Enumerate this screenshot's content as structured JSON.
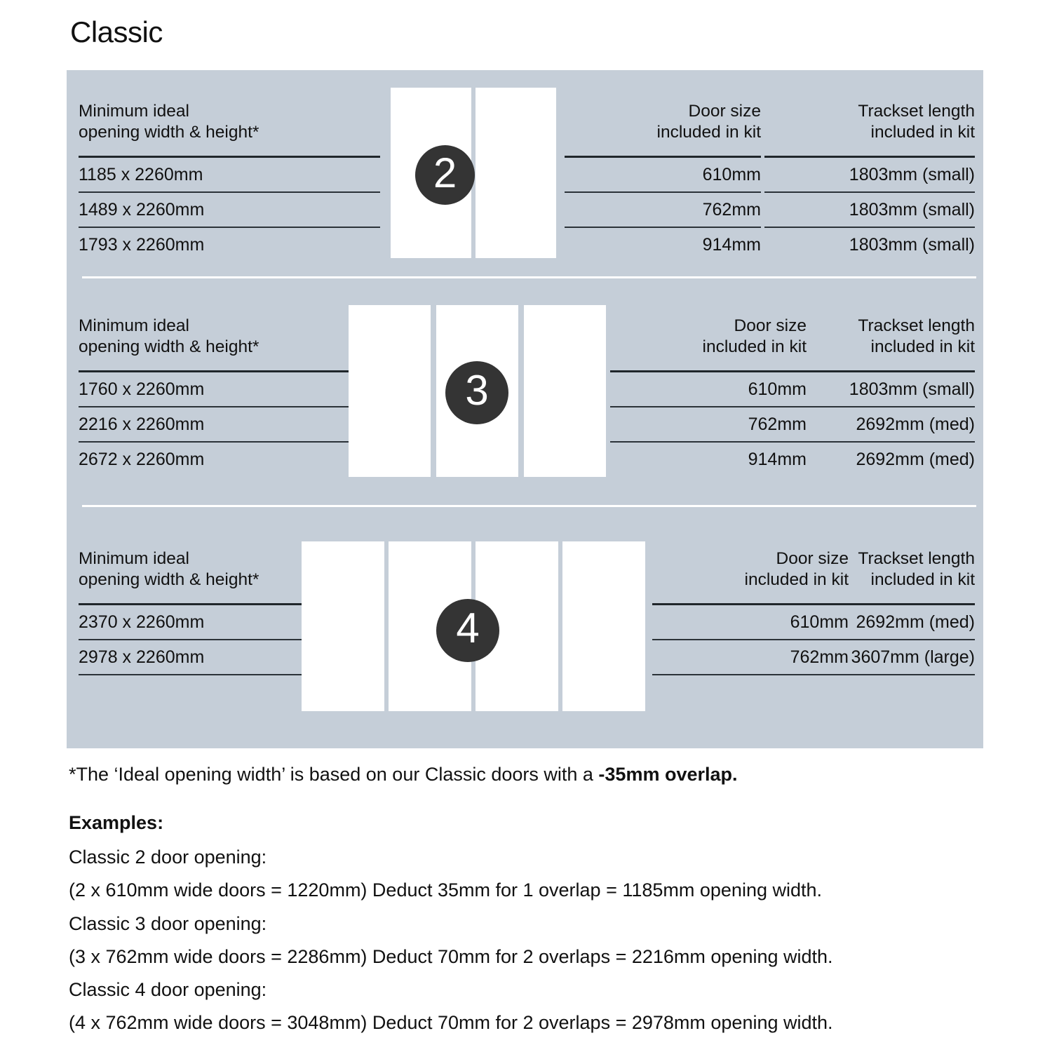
{
  "title": "Classic",
  "colors": {
    "panel_background": "#c5ced8",
    "badge_background": "#343434",
    "door_fill": "#ffffff",
    "rule": "#20262b",
    "text": "#111111"
  },
  "column_headers": {
    "opening": "Minimum ideal\nopening width & height*",
    "door_size": "Door size\nincluded in kit",
    "trackset": "Trackset length\nincluded in kit"
  },
  "sections": [
    {
      "door_count": "2",
      "badge_label": "2",
      "headers": {
        "opening": "Minimum ideal\nopening width & height*",
        "door_size": "Door size\nincluded in kit",
        "trackset": "Trackset length\nincluded in kit"
      },
      "rows": [
        {
          "opening": "1185 x 2260mm",
          "door_size": "610mm",
          "trackset": "1803mm (small)"
        },
        {
          "opening": "1489 x 2260mm",
          "door_size": "762mm",
          "trackset": "1803mm (small)"
        },
        {
          "opening": "1793 x 2260mm",
          "door_size": "914mm",
          "trackset": "1803mm (small)"
        }
      ]
    },
    {
      "door_count": "3",
      "badge_label": "3",
      "headers": {
        "opening": "Minimum ideal\nopening width & height*",
        "door_size": "Door size\nincluded in kit",
        "trackset": "Trackset length\nincluded in kit"
      },
      "rows": [
        {
          "opening": "1760 x 2260mm",
          "door_size": "610mm",
          "trackset": "1803mm (small)"
        },
        {
          "opening": "2216 x 2260mm",
          "door_size": "762mm",
          "trackset": "2692mm (med)"
        },
        {
          "opening": "2672 x 2260mm",
          "door_size": "914mm",
          "trackset": "2692mm (med)"
        }
      ]
    },
    {
      "door_count": "4",
      "badge_label": "4",
      "headers": {
        "opening": "Minimum ideal\nopening width & height*",
        "door_size": "Door size\nincluded in kit",
        "trackset": "Trackset length\nincluded in kit"
      },
      "rows": [
        {
          "opening": "2370 x 2260mm",
          "door_size": "610mm",
          "trackset": "2692mm (med)"
        },
        {
          "opening": "2978 x 2260mm",
          "door_size": "762mm",
          "trackset": "3607mm (large)"
        }
      ]
    }
  ],
  "footnote": {
    "plain": "*The ‘Ideal opening width’ is based on our Classic doors with a ",
    "bold": "-35mm overlap."
  },
  "examples": {
    "heading": "Examples:",
    "lines": [
      "Classic 2 door opening:",
      "(2 x 610mm wide doors = 1220mm)  Deduct 35mm for 1 overlap = 1185mm opening width.",
      "Classic 3 door opening:",
      "(3 x 762mm wide doors = 2286mm)  Deduct 70mm for 2 overlaps = 2216mm opening width.",
      "Classic 4 door opening:",
      "(4 x 762mm wide doors = 3048mm)  Deduct 70mm for 2 overlaps = 2978mm opening width."
    ]
  }
}
